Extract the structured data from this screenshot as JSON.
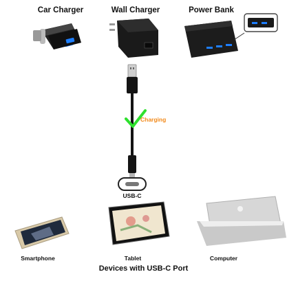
{
  "sources": [
    {
      "label": "Car Charger"
    },
    {
      "label": "Wall Charger"
    },
    {
      "label": "Power Bank"
    }
  ],
  "cable": {
    "status_label": "Charging",
    "connector_label": "USB-C"
  },
  "devices": [
    {
      "label": "Smartphone"
    },
    {
      "label": "Tablet"
    },
    {
      "label": "Computer"
    }
  ],
  "caption": "Devices with USB-C Port",
  "colors": {
    "check": "#2ee02e",
    "charging_text": "#f28a1b",
    "usb_blue": "#1e7fff",
    "device_body": "#1a1a1a"
  },
  "icons": {
    "status": "check-mark-icon",
    "connector_plug": "usb-a-plug-icon",
    "connector_end": "usb-c-plug-icon"
  }
}
